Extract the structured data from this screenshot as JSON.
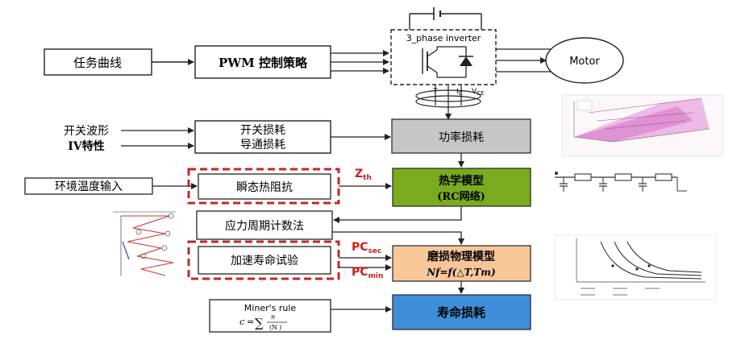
{
  "inputs": {
    "mission_profile": "任务曲线",
    "switch_waveform": "开关波形",
    "iv_characteristics": "IV特性",
    "ambient_temp_input": "环境温度输入"
  },
  "blocks": {
    "pwm_strategy": "PWM 控制策略",
    "inverter": "3_phase inverter",
    "motor": "Motor",
    "switching_loss": "开关损耗",
    "conduction_loss": "导通损耗",
    "power_loss": "功率损耗",
    "transient_thermal_impedance": "瞬态热阻抗",
    "thermal_model_line1": "热学模型",
    "thermal_model_line2": "(RC网络)",
    "rainflow_counting": "应力周期计数法",
    "accelerated_life_test": "加速寿命试验",
    "wear_model_line1": "磨损物理模型",
    "wear_model_line2": "Nf=f(△T,Tm)",
    "miner_rule_title": "Miner's rule",
    "lifetime_damage": "寿命损耗"
  },
  "signals": {
    "t_label": "T",
    "ic_label": "I",
    "ic_sub": "C",
    "vce_label": "V",
    "vce_sub": "CE",
    "zth_main": "Z",
    "zth_sub": "th",
    "pcsec_main": "PC",
    "pcsec_sub": "sec",
    "pcmin_main": "PC",
    "pcmin_sub": "min"
  },
  "colors": {
    "power_loss_fill": "#c6c6c6",
    "thermal_model_fill": "#7aab1e",
    "wear_model_fill": "#f7c79a",
    "lifetime_fill": "#3f8fd8",
    "highlight_dash": "#c0282a",
    "label_red": "#d01c1c"
  }
}
